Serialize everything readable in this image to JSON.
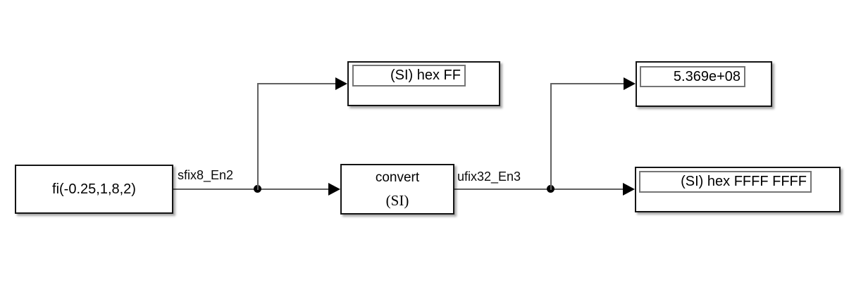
{
  "diagram": {
    "source_block": {
      "label": "fi(-0.25,1,8,2)"
    },
    "convert_block": {
      "name": "convert",
      "mode": "(SI)"
    },
    "display_hex_byte": {
      "value": "(SI) hex FF"
    },
    "display_decimal": {
      "value": "5.369e+08"
    },
    "display_hex_word": {
      "value": "(SI) hex FFFF FFFF"
    }
  },
  "signals": {
    "sfix8": "sfix8_En2",
    "ufix32": "ufix32_En3"
  },
  "colors": {
    "background": "#ffffff",
    "block_fill": "#ffffff",
    "block_border": "#141414",
    "wire": "#616161",
    "display_inner_frame": "#757575",
    "text": "#000000"
  }
}
